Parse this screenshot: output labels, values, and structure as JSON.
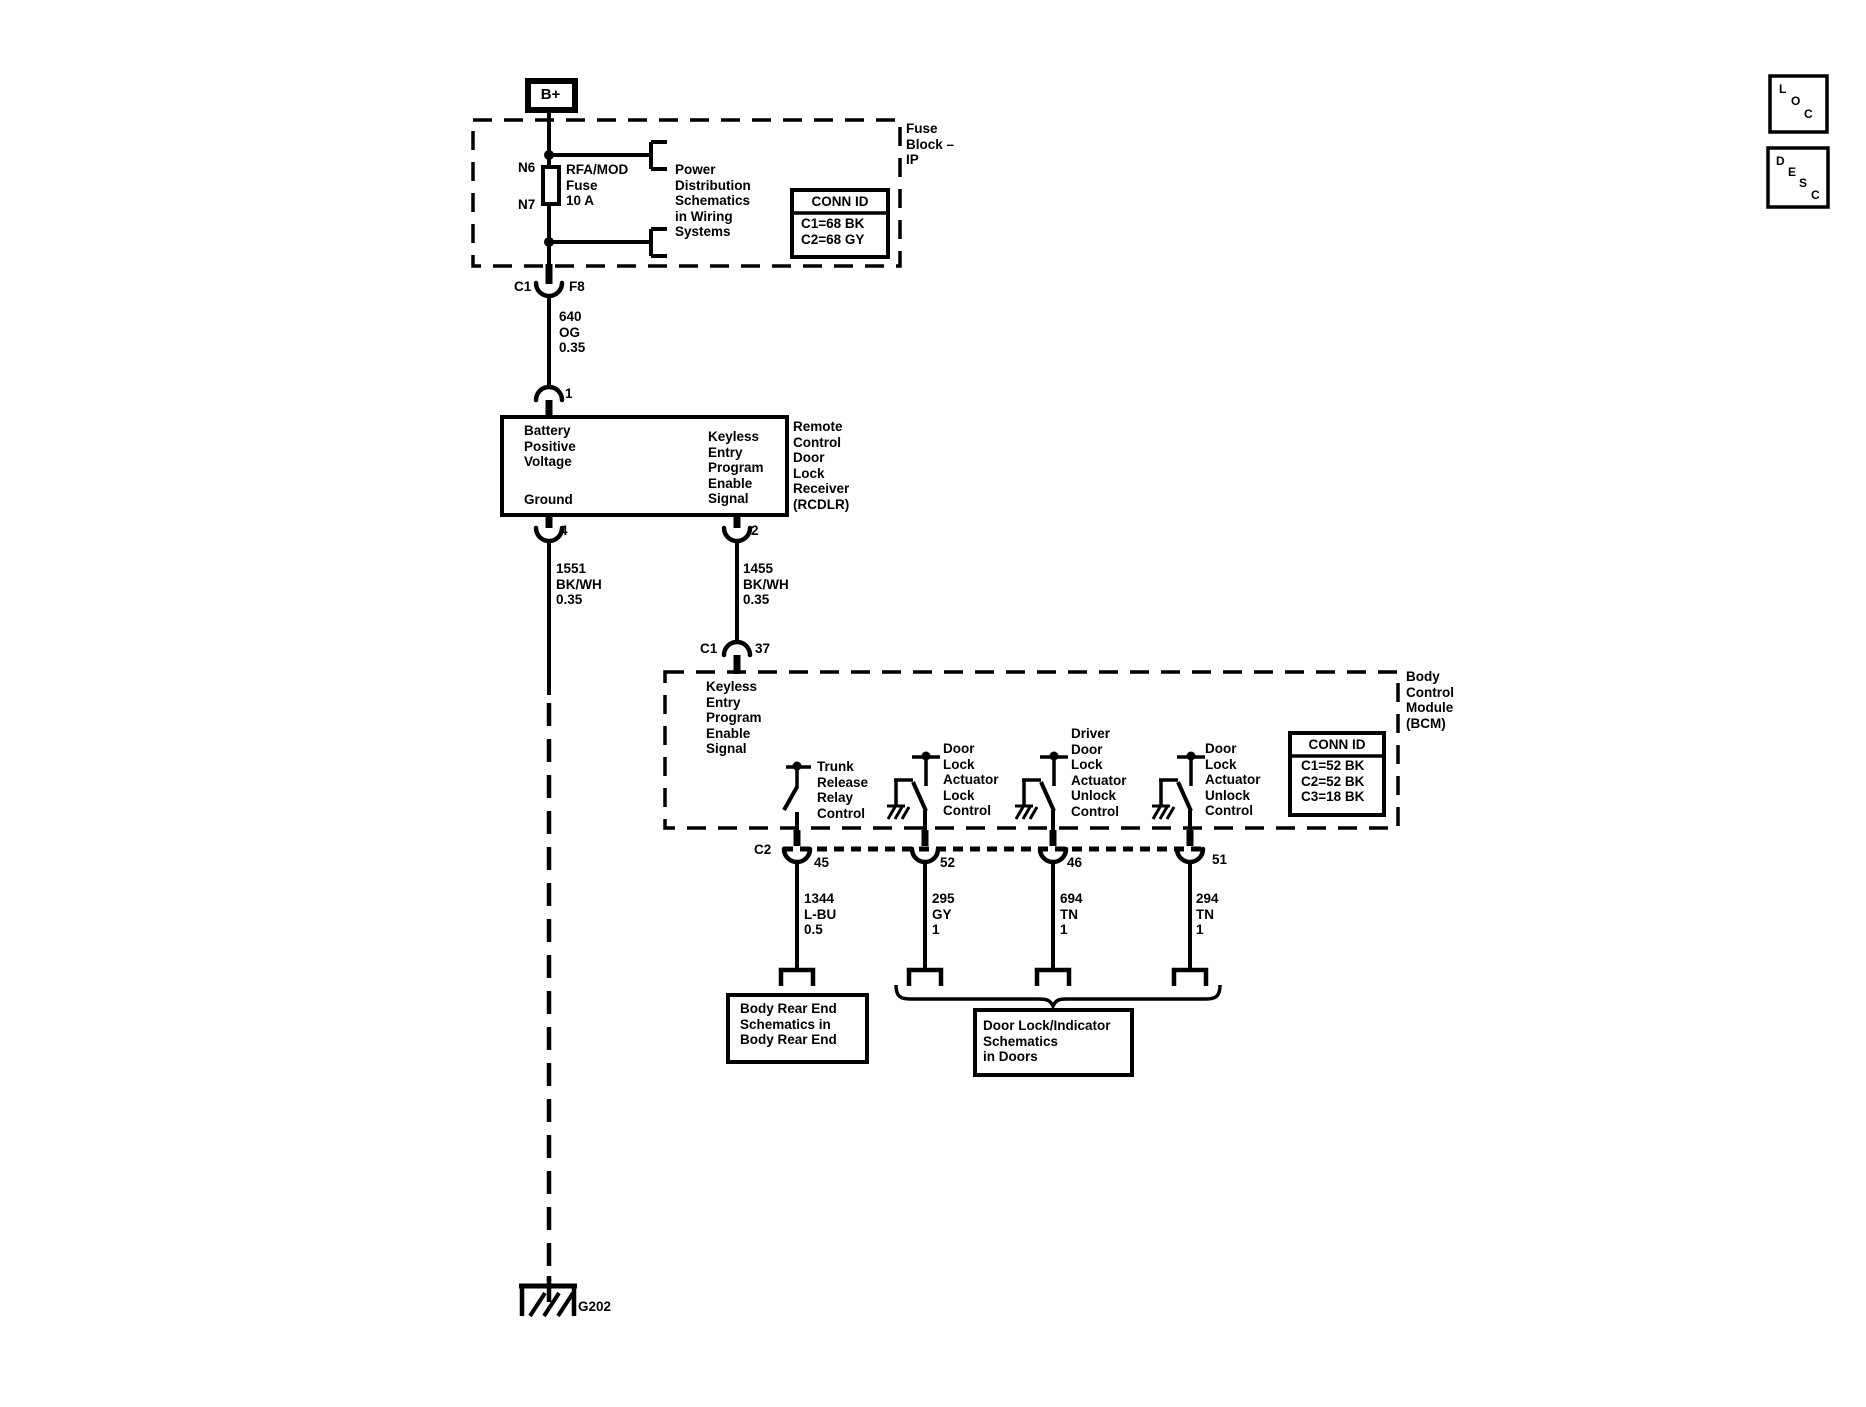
{
  "corner": {
    "loc": [
      "L",
      "O",
      "C"
    ],
    "desc": [
      "D",
      "E",
      "S",
      "C"
    ]
  },
  "power": {
    "b_plus": "B+"
  },
  "fuse_block": {
    "label": "Fuse\nBlock –\nIP",
    "pin_top": "N6",
    "pin_bottom": "N7",
    "fuse": "RFA/MOD\nFuse\n10 A",
    "note": "Power\nDistribution\nSchematics\nin Wiring\nSystems",
    "conn_id": {
      "title": "CONN ID",
      "rows": "C1=68 BK\nC2=68 GY"
    },
    "out_conn": "C1",
    "out_pin": "F8"
  },
  "wires": {
    "w640": "640\nOG\n0.35",
    "w1551": "1551\nBK/WH\n0.35",
    "w1455": "1455\nBK/WH\n0.35",
    "w1344": "1344\nL-BU\n0.5",
    "w295": "295\nGY\n1",
    "w694": "694\nTN\n1",
    "w294": "294\nTN\n1"
  },
  "rcdlr": {
    "pin_in": "1",
    "battery": "Battery\nPositive\nVoltage",
    "ground": "Ground",
    "keyless": "Keyless\nEntry\nProgram\nEnable\nSignal",
    "label": "Remote\nControl\nDoor\nLock\nReceiver\n(RCDLR)",
    "pin_ground": "4",
    "pin_signal": "2"
  },
  "bcm": {
    "in_conn": "C1",
    "in_pin": "37",
    "keyless": "Keyless\nEntry\nProgram\nEnable\nSignal",
    "trunk": "Trunk\nRelease\nRelay\nControl",
    "lock": "Door\nLock\nActuator\nLock\nControl",
    "driver_unlock": "Driver\nDoor\nLock\nActuator\nUnlock\nControl",
    "unlock": "Door\nLock\nActuator\nUnlock\nControl",
    "conn_id": {
      "title": "CONN ID",
      "rows": "C1=52 BK\nC2=52 BK\nC3=18 BK"
    },
    "label": "Body\nControl\nModule\n(BCM)",
    "out_conn": "C2",
    "pin_45": "45",
    "pin_52": "52",
    "pin_46": "46",
    "pin_51": "51"
  },
  "refs": {
    "body_rear": "Body Rear End\nSchematics in\nBody Rear End",
    "door_lock": "Door Lock/Indicator\nSchematics\nin Doors",
    "ground": "G202"
  }
}
